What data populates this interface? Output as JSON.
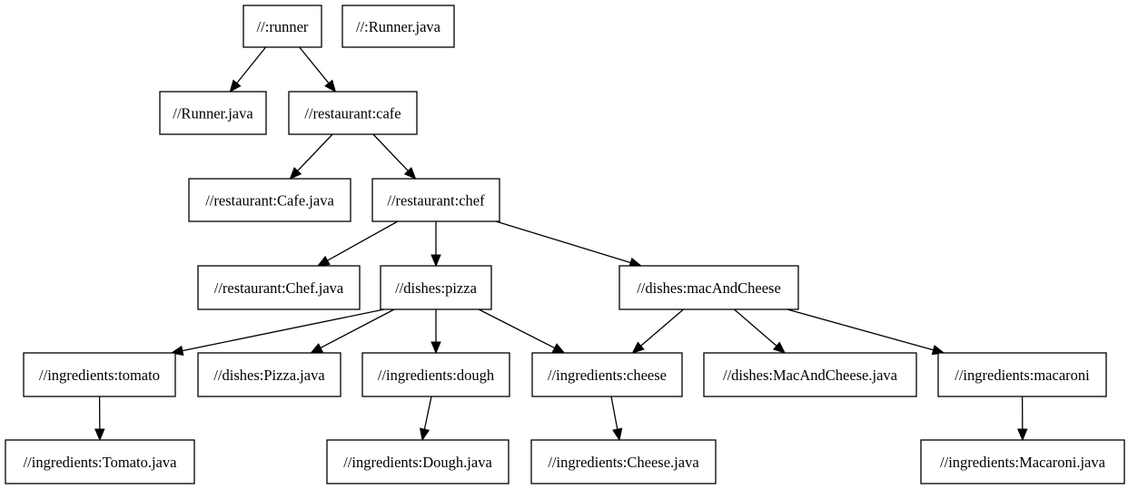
{
  "nodes": [
    {
      "id": "runner",
      "label": "//:runner"
    },
    {
      "id": "runner_java_top",
      "label": "//:Runner.java"
    },
    {
      "id": "runner_java",
      "label": "//Runner.java"
    },
    {
      "id": "cafe",
      "label": "//restaurant:cafe"
    },
    {
      "id": "cafe_java",
      "label": "//restaurant:Cafe.java"
    },
    {
      "id": "chef",
      "label": "//restaurant:chef"
    },
    {
      "id": "chef_java",
      "label": "//restaurant:Chef.java"
    },
    {
      "id": "pizza",
      "label": "//dishes:pizza"
    },
    {
      "id": "mac",
      "label": "//dishes:macAndCheese"
    },
    {
      "id": "tomato",
      "label": "//ingredients:tomato"
    },
    {
      "id": "pizza_java",
      "label": "//dishes:Pizza.java"
    },
    {
      "id": "dough",
      "label": "//ingredients:dough"
    },
    {
      "id": "cheese",
      "label": "//ingredients:cheese"
    },
    {
      "id": "mac_java",
      "label": "//dishes:MacAndCheese.java"
    },
    {
      "id": "macaroni",
      "label": "//ingredients:macaroni"
    },
    {
      "id": "tomato_java",
      "label": "//ingredients:Tomato.java"
    },
    {
      "id": "dough_java",
      "label": "//ingredients:Dough.java"
    },
    {
      "id": "cheese_java",
      "label": "//ingredients:Cheese.java"
    },
    {
      "id": "macaroni_java",
      "label": "//ingredients:Macaroni.java"
    }
  ],
  "edges": [
    {
      "from": "runner",
      "to": "runner_java"
    },
    {
      "from": "runner",
      "to": "cafe"
    },
    {
      "from": "cafe",
      "to": "cafe_java"
    },
    {
      "from": "cafe",
      "to": "chef"
    },
    {
      "from": "chef",
      "to": "chef_java"
    },
    {
      "from": "chef",
      "to": "pizza"
    },
    {
      "from": "chef",
      "to": "mac"
    },
    {
      "from": "pizza",
      "to": "tomato"
    },
    {
      "from": "pizza",
      "to": "pizza_java"
    },
    {
      "from": "pizza",
      "to": "dough"
    },
    {
      "from": "pizza",
      "to": "cheese"
    },
    {
      "from": "mac",
      "to": "cheese"
    },
    {
      "from": "mac",
      "to": "mac_java"
    },
    {
      "from": "mac",
      "to": "macaroni"
    },
    {
      "from": "tomato",
      "to": "tomato_java"
    },
    {
      "from": "dough",
      "to": "dough_java"
    },
    {
      "from": "cheese",
      "to": "cheese_java"
    },
    {
      "from": "macaroni",
      "to": "macaroni_java"
    }
  ]
}
